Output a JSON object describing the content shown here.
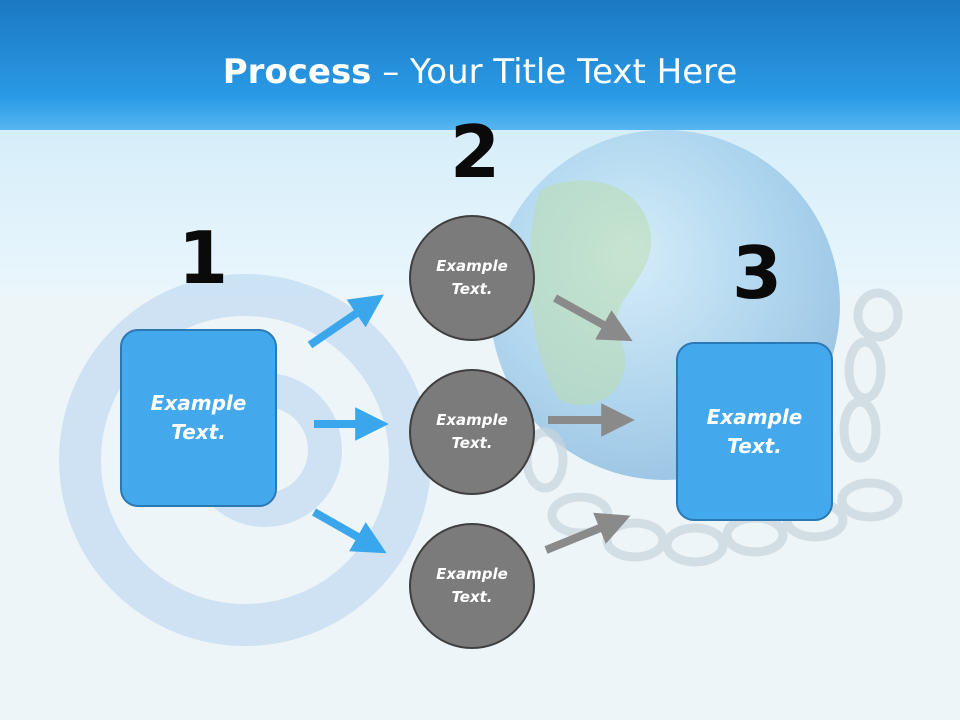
{
  "title": {
    "bold": "Process",
    "rest": " – Your Title Text Here"
  },
  "steps": [
    {
      "number": "1",
      "label": "Example Text."
    },
    {
      "number": "2",
      "label": "Example Text."
    },
    {
      "number": "3",
      "label": "Example Text."
    }
  ],
  "circles": [
    {
      "label": "Example Text."
    },
    {
      "label": "Example Text."
    },
    {
      "label": "Example Text."
    }
  ],
  "colors": {
    "header": "#1e8fdc",
    "box": "#44a8ec",
    "circle": "#7b7b7b",
    "blue_arrow": "#3aa6ec",
    "gray_arrow": "#8a8a8a"
  }
}
